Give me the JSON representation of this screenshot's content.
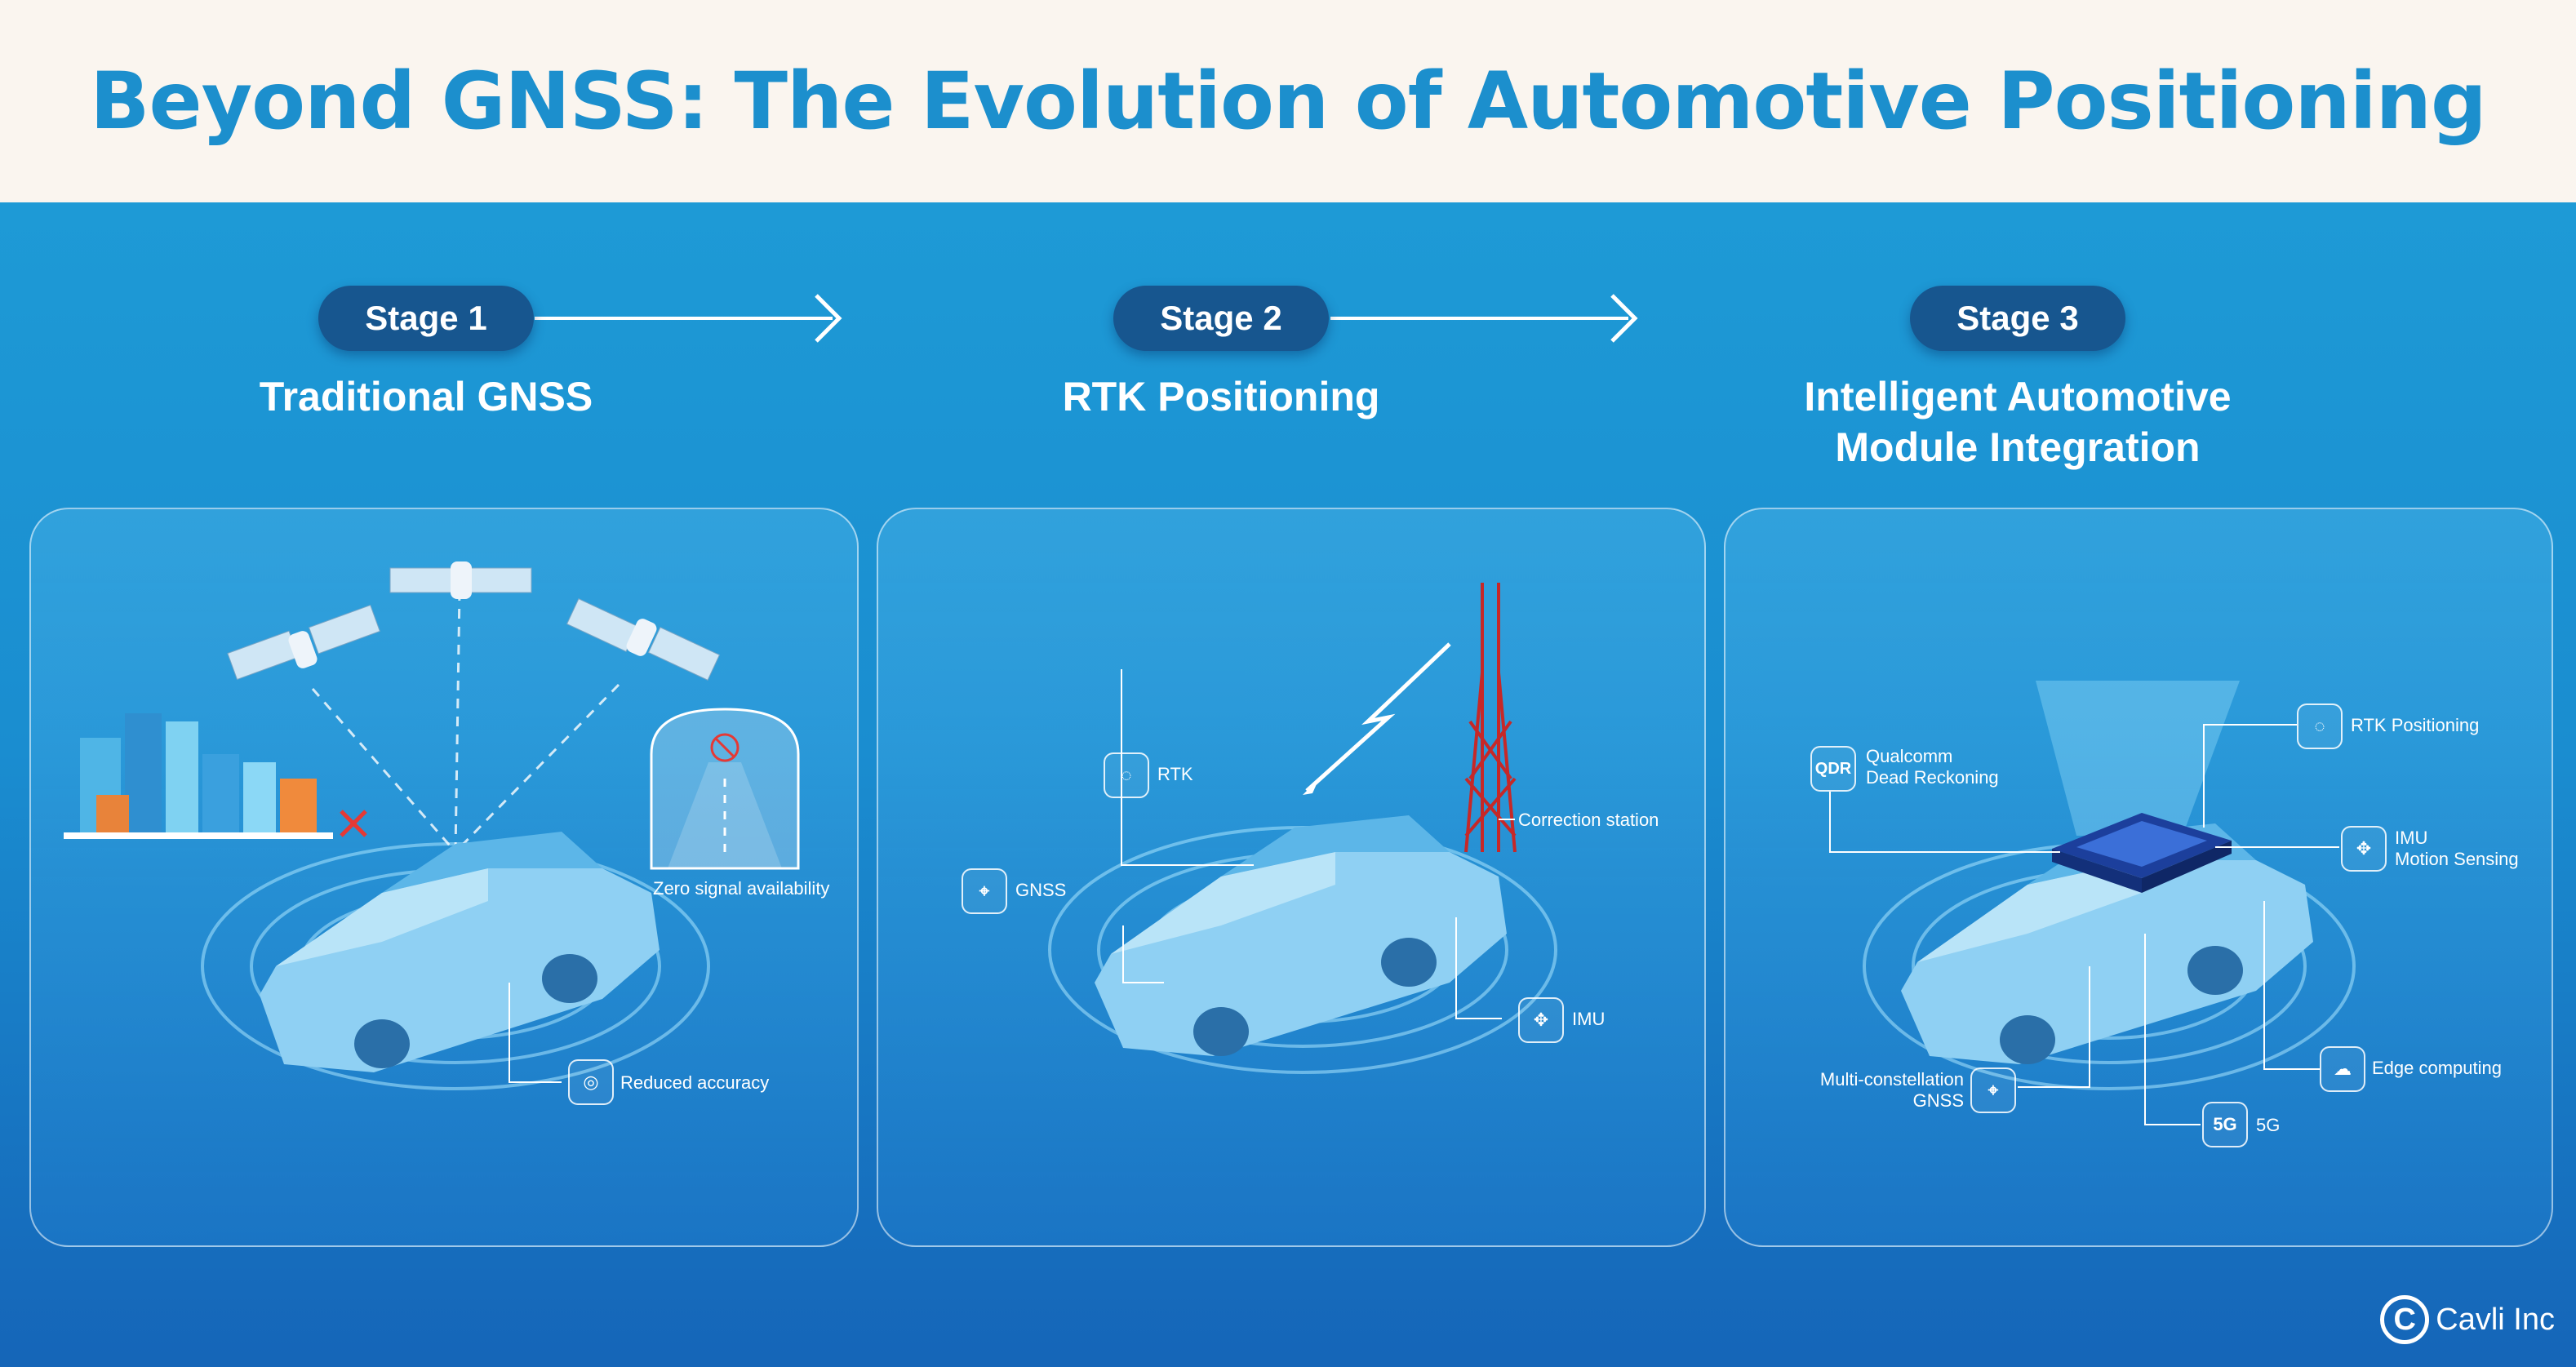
{
  "title": "Beyond GNSS: The Evolution of Automotive Positioning",
  "stages": [
    {
      "pill": "Stage 1",
      "title": "Traditional GNSS"
    },
    {
      "pill": "Stage 2",
      "title": "RTK Positioning"
    },
    {
      "pill": "Stage 3",
      "title_line1": "Intelligent Automotive",
      "title_line2": "Module Integration"
    }
  ],
  "panel1": {
    "zero_signal": "Zero signal availability",
    "reduced_accuracy": "Reduced accuracy"
  },
  "panel2": {
    "rtk": "RTK",
    "gnss": "GNSS",
    "correction_station": "Correction station",
    "imu": "IMU"
  },
  "panel3": {
    "qdr_icon_text": "QDR",
    "qdr_line1": "Qualcomm",
    "qdr_line2": "Dead Reckoning",
    "rtk_positioning": "RTK Positioning",
    "imu_line1": "IMU",
    "imu_line2": "Motion Sensing",
    "edge_computing": "Edge computing",
    "fiveg_icon_text": "5G",
    "fiveg": "5G",
    "multi_line1": "Multi-constellation",
    "multi_line2": "GNSS"
  },
  "brand": {
    "mark": "C",
    "name": "Cavli Inc"
  },
  "colors": {
    "header_bg": "#faf5ef",
    "title": "#1c8fcd",
    "pill": "#17568f",
    "background_top": "#1f9fd8",
    "background_bottom": "#1565b8"
  }
}
